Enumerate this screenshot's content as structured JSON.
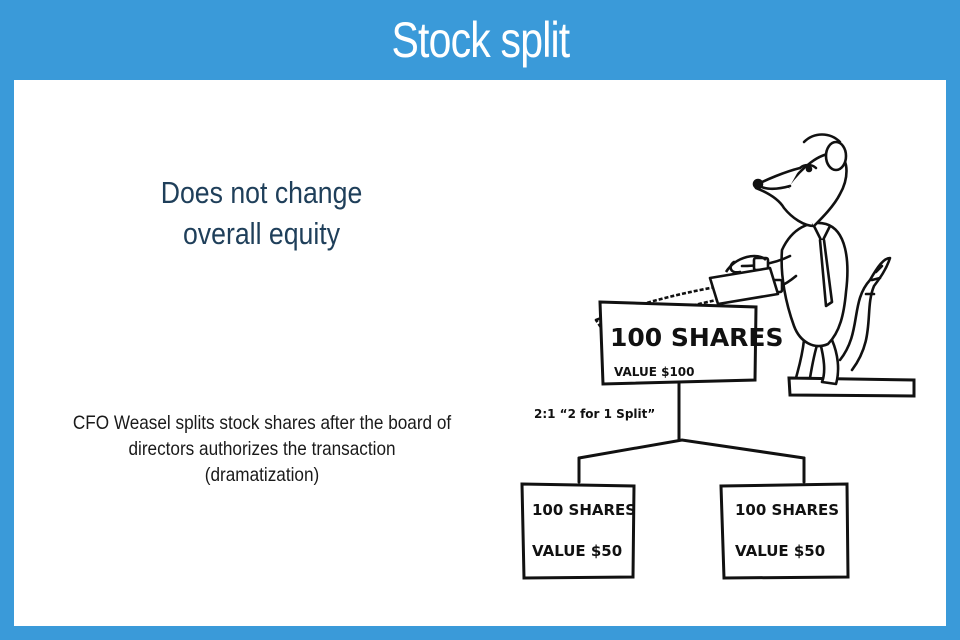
{
  "slide": {
    "title": "Stock split",
    "headline_line1": "Does not change",
    "headline_line2": "overall equity",
    "caption_line1": "CFO Weasel splits stock shares after the board of",
    "caption_line2": "directors authorizes the transaction",
    "caption_line3": "(dramatization)"
  },
  "diagram": {
    "top_box": {
      "shares": "100 SHARES",
      "value": "VALUE $100"
    },
    "split_label": "2:1 “2 for 1 Split”",
    "left_box": {
      "shares": "100 SHARES",
      "value": "VALUE $50"
    },
    "right_box": {
      "shares": "100 SHARES",
      "value": "VALUE $50"
    }
  },
  "colors": {
    "frame": "#3a9ad9",
    "headline": "#1f3f5a",
    "title": "#ffffff"
  }
}
